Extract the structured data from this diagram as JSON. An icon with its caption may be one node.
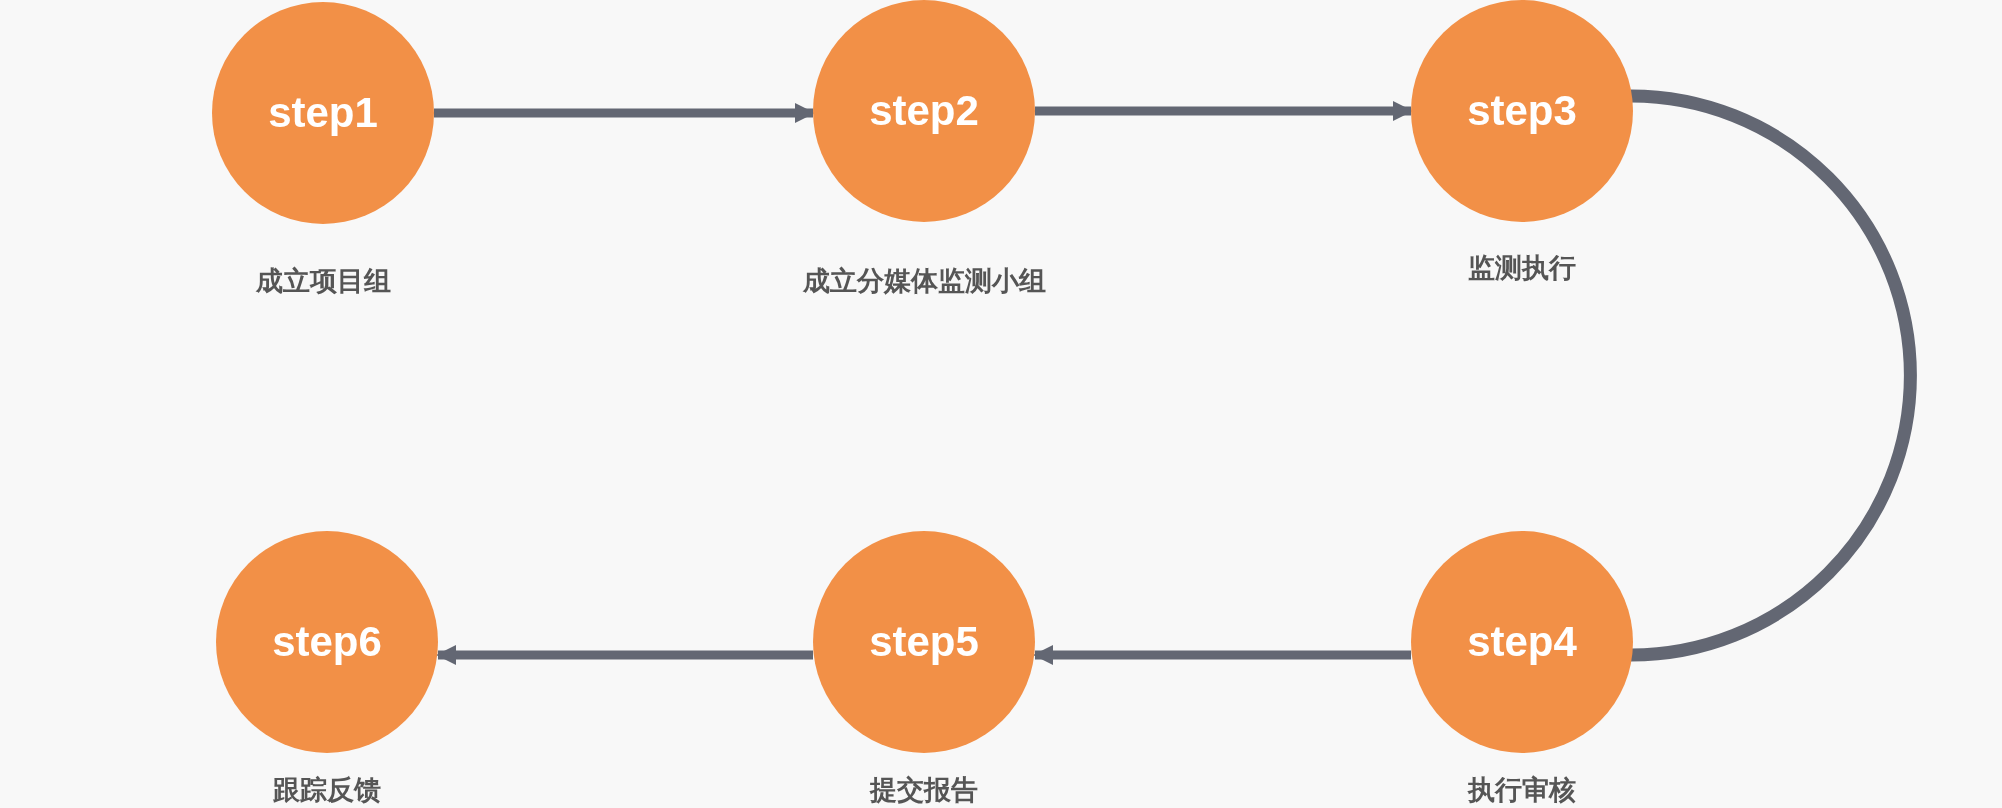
{
  "diagram": {
    "nodes": [
      {
        "text": [
          "step1"
        ],
        "beside": [
          "成立项目组"
        ]
      },
      {
        "text": [
          "step2"
        ],
        "beside": [
          "成立分媒体监测小组"
        ]
      },
      {
        "text": [
          "step3"
        ],
        "beside": [
          "监测执行"
        ]
      },
      {
        "text": [
          "step4"
        ],
        "beside": [
          "执行审核"
        ]
      },
      {
        "text": [
          "step5"
        ],
        "beside": [
          "提交报告"
        ]
      },
      {
        "text": [
          "step6"
        ],
        "beside": [
          "跟踪反馈"
        ]
      }
    ],
    "edges": [
      {
        "from": 0,
        "to": 1,
        "arrow": "to"
      },
      {
        "from": 1,
        "to": 2,
        "arrow": "to"
      },
      {
        "from": 2,
        "to": 3,
        "arrow": "none"
      },
      {
        "from": 3,
        "to": 4,
        "arrow": "to"
      },
      {
        "from": 4,
        "to": 5,
        "arrow": "to"
      }
    ]
  }
}
